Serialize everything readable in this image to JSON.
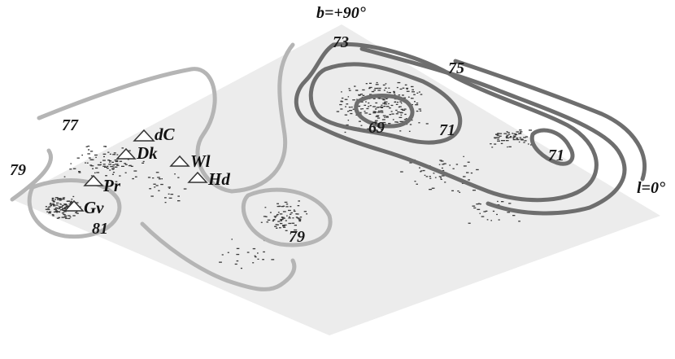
{
  "axes": {
    "top_label": "b=+90°",
    "right_label": "l=0°"
  },
  "contour_labels": [
    "73",
    "75",
    "69",
    "71",
    "71",
    "77",
    "79",
    "81",
    "79"
  ],
  "markers": [
    {
      "id": "dC",
      "label": "dC"
    },
    {
      "id": "Dk",
      "label": "Dk"
    },
    {
      "id": "Wl",
      "label": "Wl"
    },
    {
      "id": "Pr",
      "label": "Pr"
    },
    {
      "id": "Hd",
      "label": "Hd"
    },
    {
      "id": "Gv",
      "label": "Gv"
    }
  ],
  "colors": {
    "background": "#ececec",
    "contour_light": "#b5b5b5",
    "contour_dark": "#6e6e6e",
    "dots": "#3a3a3a"
  }
}
